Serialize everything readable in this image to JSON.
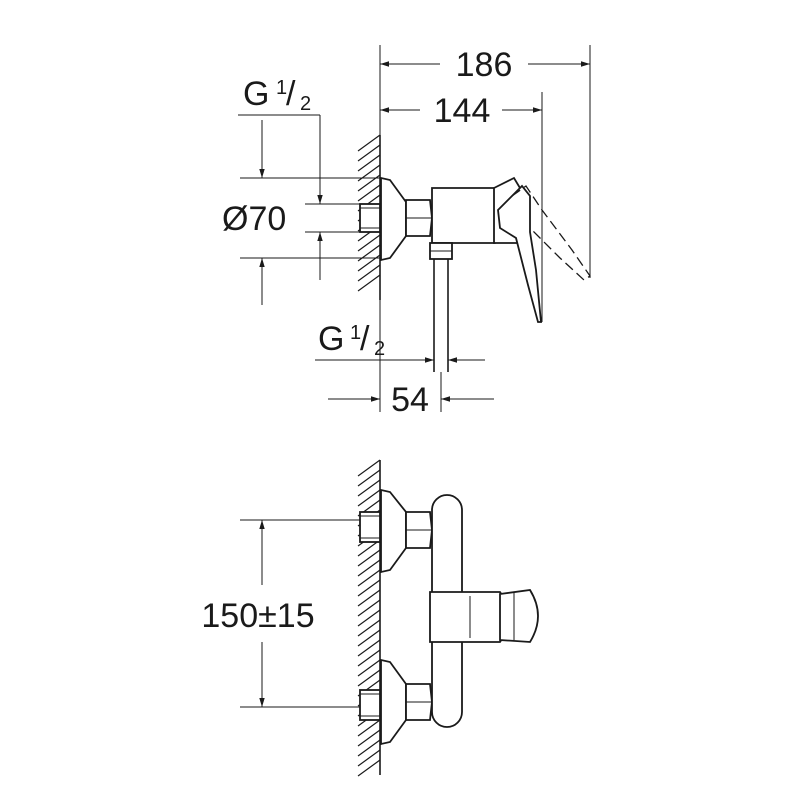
{
  "dimensions": {
    "overall_depth": "186",
    "lever_depth": "144",
    "connection_thread": "G",
    "thread_fraction_num": "1",
    "thread_fraction_den": "2",
    "flange_diameter": "Ø70",
    "outlet_offset": "54",
    "centre_distance": "150±15"
  },
  "colors": {
    "line": "#1a1a1a",
    "background": "#ffffff"
  }
}
